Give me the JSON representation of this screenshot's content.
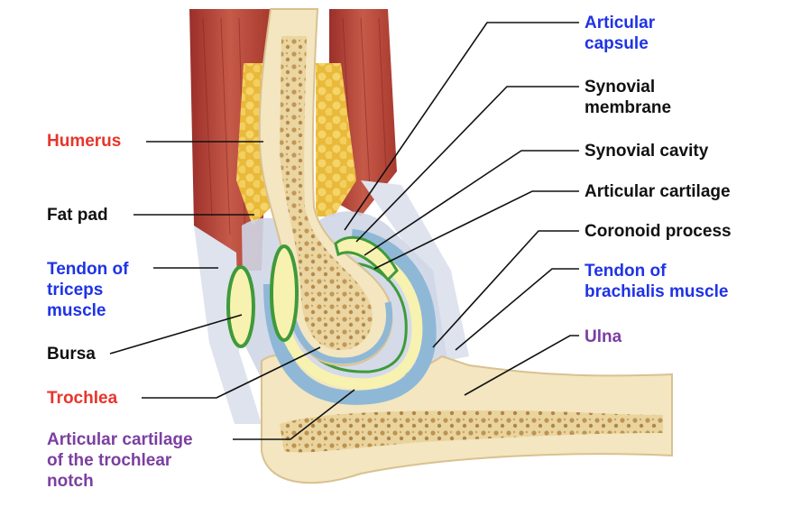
{
  "colors": {
    "red": "#e8352b",
    "blue": "#1f33e6",
    "purple": "#7b3fa0",
    "black": "#111111",
    "muscle": "#b8473c",
    "bone": "#f3e6c0",
    "marrow": "#c9a15e",
    "fat": "#f0cf55",
    "cartilage_blue": "#8fb8d6",
    "synovial_green": "#3f9a3a",
    "tendon": "#dfe3ee"
  },
  "labels": {
    "humerus": "Humerus",
    "fat_pad": "Fat pad",
    "tendon_triceps": "Tendon of\ntriceps\nmuscle",
    "bursa": "Bursa",
    "trochlea": "Trochlea",
    "cartilage_trochlear_notch": "Articular cartilage\nof the trochlear\nnotch",
    "articular_capsule": "Articular\ncapsule",
    "synovial_membrane": "Synovial\nmembrane",
    "synovial_cavity": "Synovial cavity",
    "articular_cartilage": "Articular cartilage",
    "coronoid_process": "Coronoid process",
    "tendon_brachialis": "Tendon of\nbrachialis muscle",
    "ulna": "Ulna"
  }
}
